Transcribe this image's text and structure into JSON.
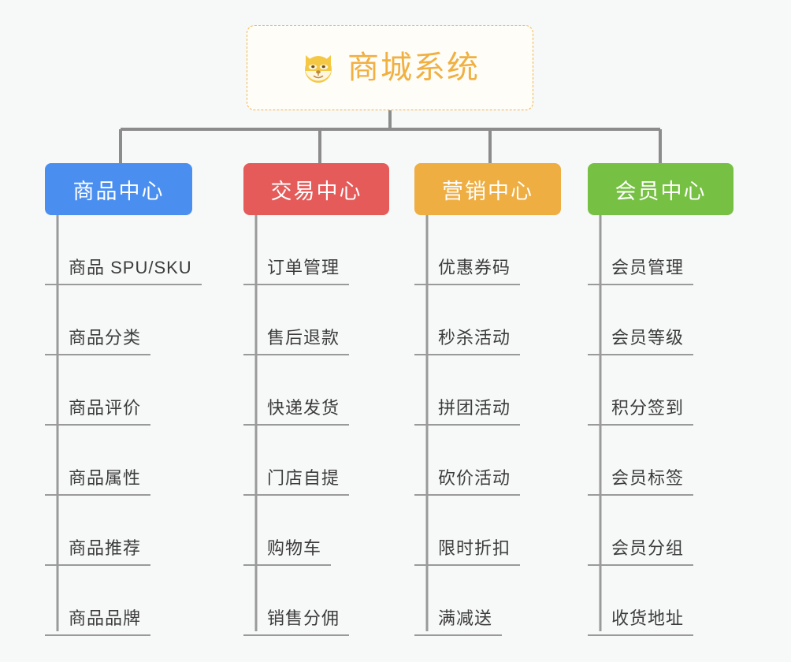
{
  "root": {
    "title": "商城系统",
    "icon": "dog-face-emoji",
    "border_color": "#f0b54a",
    "text_color": "#f0b042",
    "background": "#fffdf8"
  },
  "page": {
    "background_color": "#f7f8f8",
    "connector_color": "#8c8c8c",
    "leaf_underline_color": "#9a9a9a",
    "leaf_text_color": "#3c3c3c"
  },
  "branches": [
    {
      "label": "商品中心",
      "color": "#4a8ff0",
      "items": [
        "商品 SPU/SKU",
        "商品分类",
        "商品评价",
        "商品属性",
        "商品推荐",
        "商品品牌"
      ]
    },
    {
      "label": "交易中心",
      "color": "#e45b59",
      "items": [
        "订单管理",
        "售后退款",
        "快递发货",
        "门店自提",
        "购物车",
        "销售分佣"
      ]
    },
    {
      "label": "营销中心",
      "color": "#eeae42",
      "items": [
        "优惠券码",
        "秒杀活动",
        "拼团活动",
        "砍价活动",
        "限时折扣",
        "满减送"
      ]
    },
    {
      "label": "会员中心",
      "color": "#76c043",
      "items": [
        "会员管理",
        "会员等级",
        "积分签到",
        "会员标签",
        "会员分组",
        "收货地址"
      ]
    }
  ]
}
